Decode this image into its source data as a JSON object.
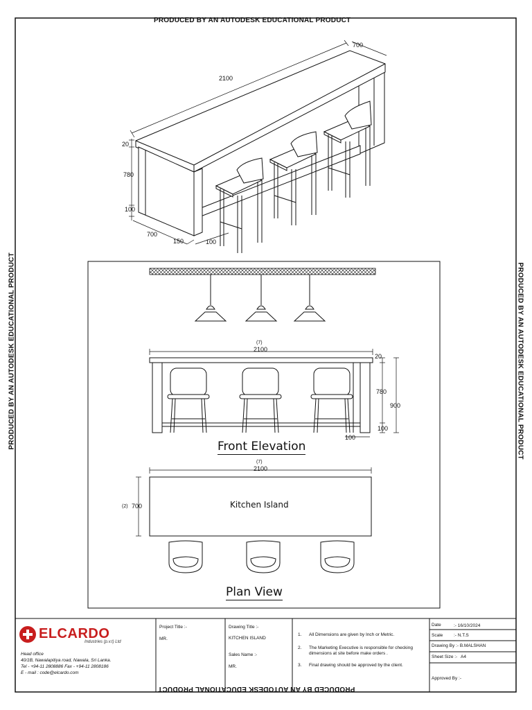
{
  "watermark": "PRODUCED BY AN AUTODESK EDUCATIONAL PRODUCT",
  "isometric": {
    "dims": {
      "length": "2100",
      "depth_top": "700",
      "top_thickness": "20",
      "body_height": "780",
      "plinth": "100",
      "depth_bottom": "700",
      "recess": "150",
      "kick": "100"
    }
  },
  "front_elevation": {
    "title": "Front Elevation",
    "dim_length_note": "(7)",
    "dim_length": "2100",
    "dim_top": "20",
    "dim_body": "780",
    "dim_total": "900",
    "dim_plinth": "100",
    "dim_kick": "100"
  },
  "plan_view": {
    "title": "Plan View",
    "dim_length_note": "(7)",
    "dim_length": "2100",
    "dim_depth_note": "(2)",
    "dim_depth": "700",
    "island_label": "Kitchen Island"
  },
  "title_block": {
    "company": "ELCARDO",
    "company_sub": "Industries (p.v.t) Ltd",
    "head_office": "Head office",
    "address": "40/1B, Nawalapitiya road, Nawala, Sri Lanka.",
    "phone": "Tel - +94-11 2808886    Fax - +94-11 2808186",
    "email": "E - mail : code@elcardo.com",
    "project_title_label": "Project Title :-",
    "project_title_value": "MR.",
    "drawing_title_label": "Drawing Title :-",
    "drawing_title_value": "KITCHEN ISLAND",
    "sales_name_label": "Sales Name :-",
    "sales_name_value": "MR.",
    "notes": [
      {
        "num": "1.",
        "text": "All Dimensions are given by Inch or Metric."
      },
      {
        "num": "2.",
        "text": "The Marketing Executive is responsible for checking",
        "text2": "dimensions at site before make orders ."
      },
      {
        "num": "3.",
        "text": "Final drawing should be approved by the client."
      }
    ],
    "date_label": "Date",
    "date_value": ":- 16/10/2024",
    "scale_label": "Scale",
    "scale_value": ":- N.T.S",
    "drawing_by": "Drawing By :- B.MALSHAN",
    "sheet_size_label": "Sheet Size :-",
    "sheet_size_value": "A4",
    "approved_by": "Approved By :-"
  }
}
